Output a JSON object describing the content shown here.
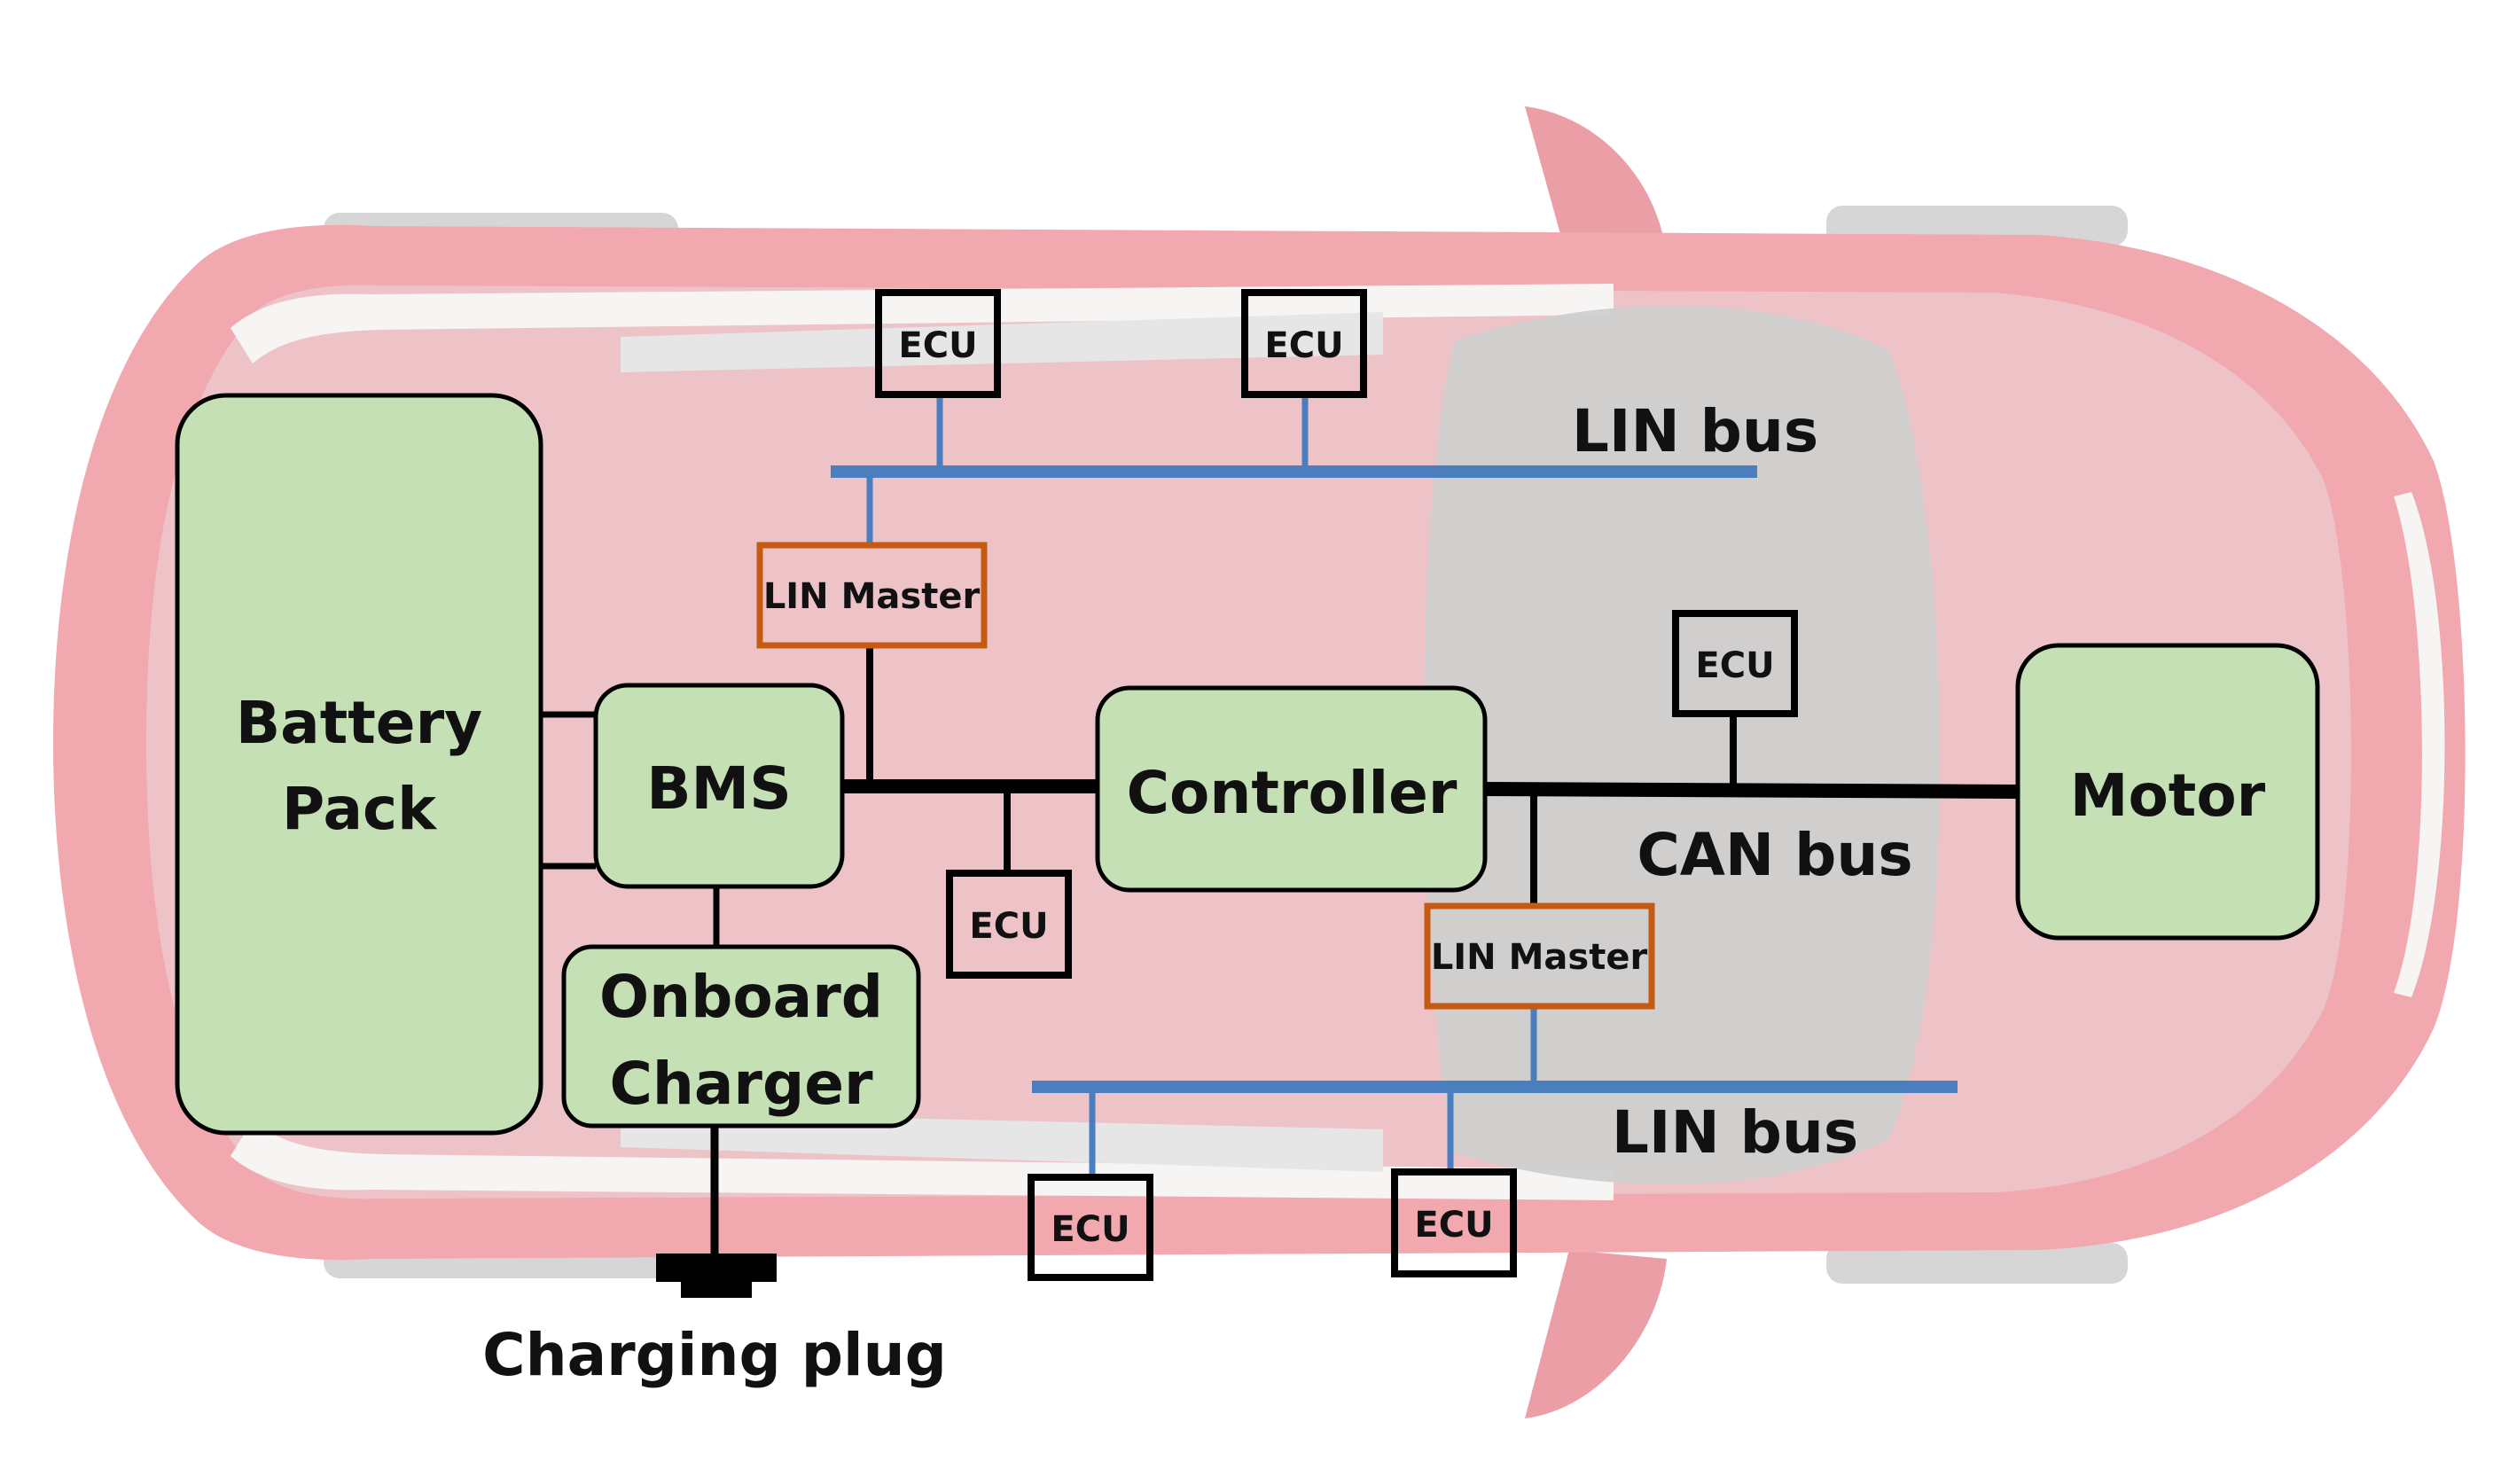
{
  "colors": {
    "car_body": "#f0c0c6",
    "car_outline": "#e8868f",
    "car_window": "#d9d9d9",
    "component_fill": "#c5e0b4",
    "can_bus": "#000000",
    "lin_bus": "#4a7ebf",
    "lin_master_border": "#c55a11",
    "ecu_border": "#000000"
  },
  "components": {
    "battery_pack": {
      "line1": "Battery",
      "line2": "Pack"
    },
    "bms": "BMS",
    "onboard_charger": {
      "line1": "Onboard",
      "line2": "Charger"
    },
    "controller": "Controller",
    "motor": "Motor"
  },
  "buses": {
    "lin_top": "LIN bus",
    "can": "CAN bus",
    "lin_bottom": "LIN bus"
  },
  "lin_masters": {
    "top": "LIN Master",
    "bottom": "LIN Master"
  },
  "ecus": {
    "top_left": "ECU",
    "top_right": "ECU",
    "can_upper": "ECU",
    "can_lower": "ECU",
    "bottom_left": "ECU",
    "bottom_right": "ECU"
  },
  "charging_plug": "Charging plug"
}
